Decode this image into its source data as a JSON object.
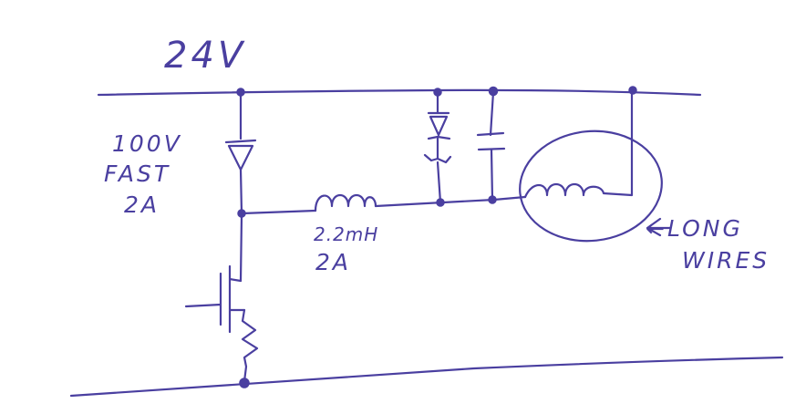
{
  "supply_label": "24V",
  "diode_spec": {
    "line1": "100V",
    "line2": "FAST",
    "line3": "2A"
  },
  "inductor_spec": {
    "value": "2.2mH",
    "current": "2A"
  },
  "annotation": {
    "line1": "←LONG",
    "line2": "WIRES"
  },
  "colors": {
    "ink": "#4a3fa0",
    "paper": "#ffffff"
  }
}
